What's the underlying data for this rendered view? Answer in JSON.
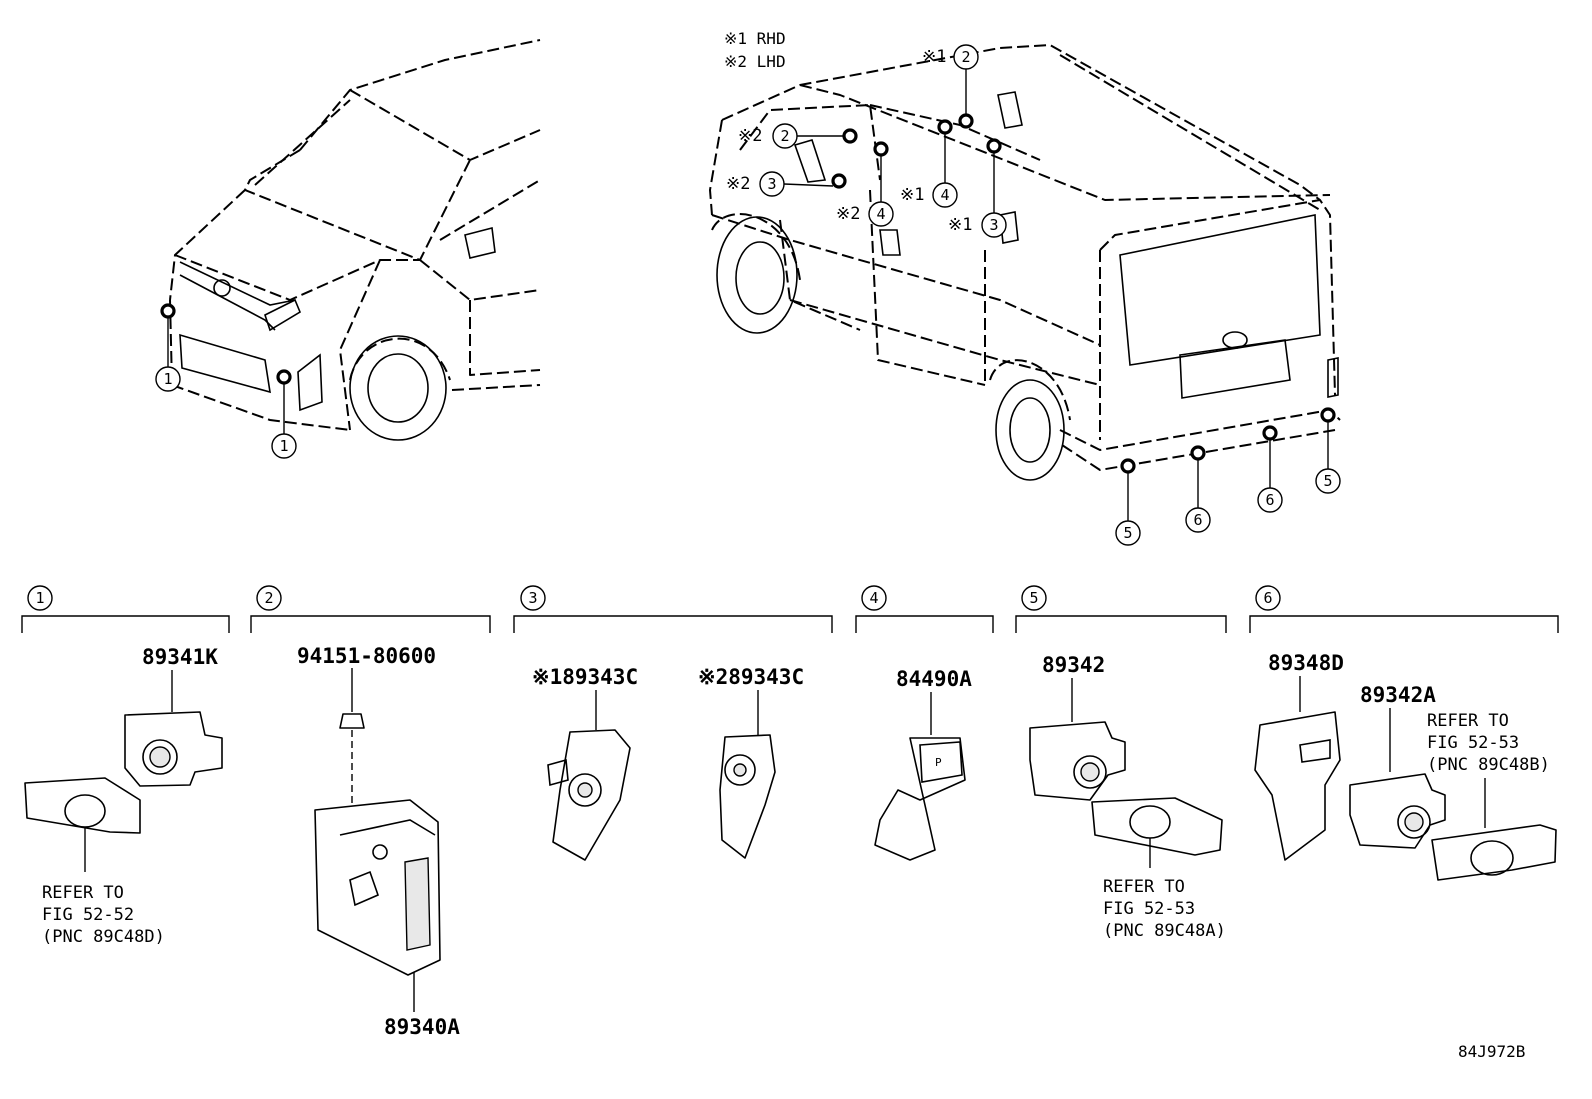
{
  "legend": {
    "rhd": "※1 RHD",
    "lhd": "※2 LHD"
  },
  "markers": {
    "note1": "※1",
    "note2": "※2"
  },
  "callouts": [
    "1",
    "2",
    "3",
    "4",
    "5",
    "6"
  ],
  "groups": [
    {
      "num": "1",
      "parts": [
        "89341K"
      ],
      "refer": [
        "REFER TO",
        "FIG 52-52",
        "(PNC 89C48D)"
      ]
    },
    {
      "num": "2",
      "parts": [
        "94151-80600",
        "89340A"
      ]
    },
    {
      "num": "3",
      "parts": [
        "※189343C",
        "※289343C"
      ]
    },
    {
      "num": "4",
      "parts": [
        "84490A"
      ]
    },
    {
      "num": "5",
      "parts": [
        "89342"
      ],
      "refer": [
        "REFER TO",
        "FIG 52-53",
        "(PNC 89C48A)"
      ]
    },
    {
      "num": "6",
      "parts": [
        "89348D",
        "89342A"
      ],
      "refer": [
        "REFER TO",
        "FIG 52-53",
        "(PNC 89C48B)"
      ]
    }
  ],
  "diagram_code": "84J972B"
}
